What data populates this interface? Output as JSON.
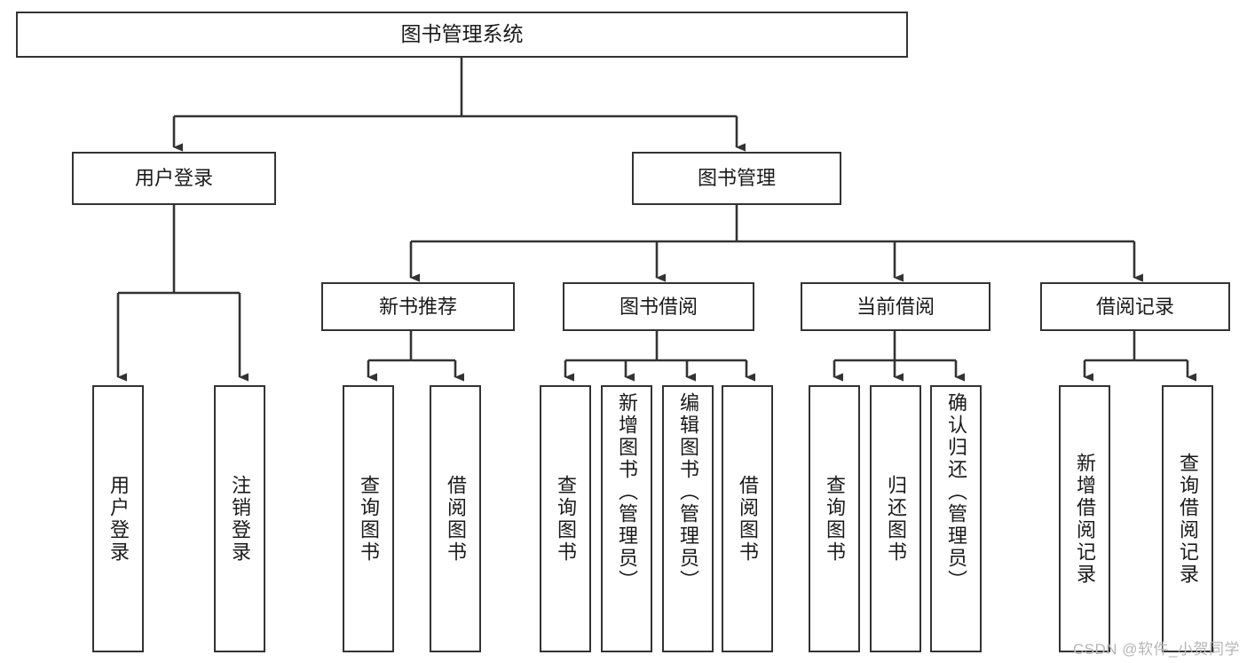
{
  "diagram": {
    "type": "tree-hierarchy-chart",
    "title": "图书管理系统",
    "orientation": "top-down",
    "colors": {
      "background": "#ffffff",
      "box_border": "#333333",
      "box_fill": "#ffffff",
      "text": "#1a1a1a",
      "connector": "#333333",
      "watermark": "#b6b6b6"
    },
    "root": {
      "label": "图书管理系统"
    },
    "level1": [
      {
        "label": "用户登录"
      },
      {
        "label": "图书管理"
      }
    ],
    "level2": [
      {
        "label": "新书推荐"
      },
      {
        "label": "图书借阅"
      },
      {
        "label": "当前借阅"
      },
      {
        "label": "借阅记录"
      }
    ],
    "leaves": {
      "user_login": [
        {
          "label": "用户登录"
        },
        {
          "label": "注销登录"
        }
      ],
      "new_book_recommend": [
        {
          "label": "查询图书"
        },
        {
          "label": "借阅图书"
        }
      ],
      "book_borrow": [
        {
          "label": "查询图书"
        },
        {
          "label": "新增图书（管理员）"
        },
        {
          "label": "编辑图书（管理员）"
        },
        {
          "label": "借阅图书"
        }
      ],
      "current_borrow": [
        {
          "label": "查询图书"
        },
        {
          "label": "归还图书"
        },
        {
          "label": "确认归还（管理员）"
        }
      ],
      "borrow_record": [
        {
          "label": "新增借阅记录"
        },
        {
          "label": "查询借阅记录"
        }
      ]
    },
    "watermark": "CSDN @软件_小贺同学"
  }
}
